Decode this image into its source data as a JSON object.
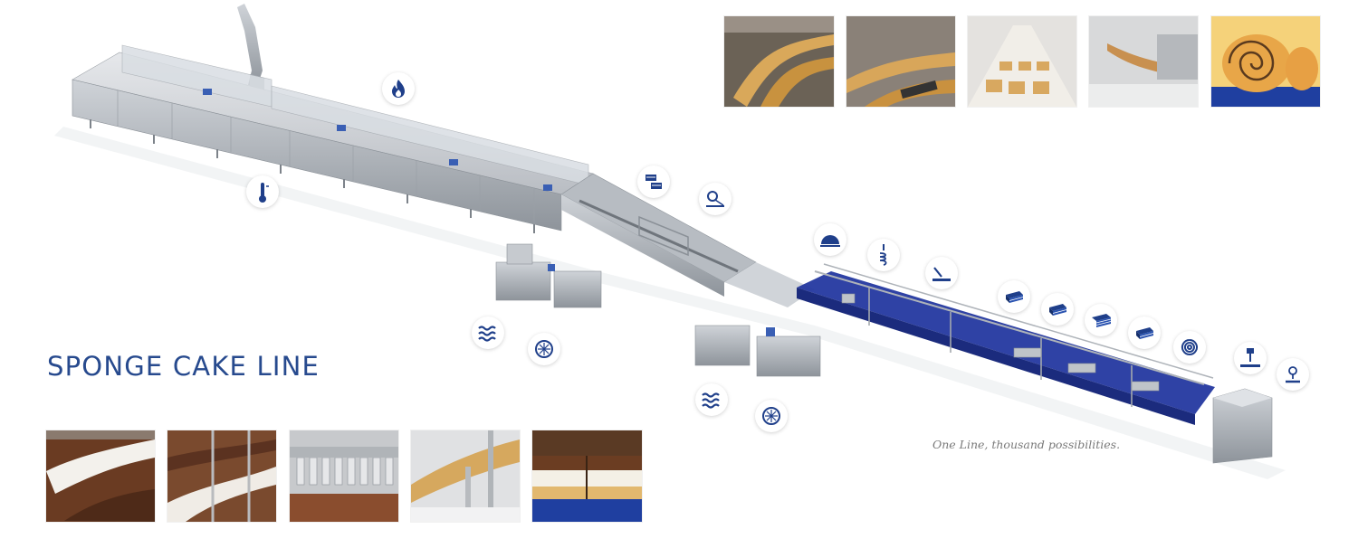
{
  "title": "SPONGE CAKE LINE",
  "tagline": "One Line, thousand possibilities.",
  "colors": {
    "brand_blue": "#274a8e",
    "icon_blue": "#1f3f8a",
    "conveyor_blue": "#2438a0",
    "steel": "#c9cdd2"
  },
  "process_icons": [
    "flame-icon",
    "thermometer-icon",
    "cutting-icon",
    "rolling-icon",
    "dome-icon",
    "spiral-dosing-icon",
    "spreading-icon",
    "layered-cake-icon",
    "layered-cake-icon",
    "layered-cake-icon",
    "layered-cake-icon",
    "swiss-roll-icon",
    "dosing-nozzle-icon",
    "decorating-icon",
    "mixing-waves-icon",
    "aeration-icon",
    "mixing-waves-icon",
    "aeration-icon"
  ],
  "top_photos": [
    "sponge-strips-photo",
    "cut-strips-photo",
    "cake-squares-photo",
    "rolled-strip-photo",
    "swiss-roll-photo"
  ],
  "bottom_photos": [
    "chocolate-cream-photo",
    "chocolate-strips-photo",
    "filling-nozzles-photo",
    "sponge-conveyor-photo",
    "cream-cake-photo"
  ]
}
